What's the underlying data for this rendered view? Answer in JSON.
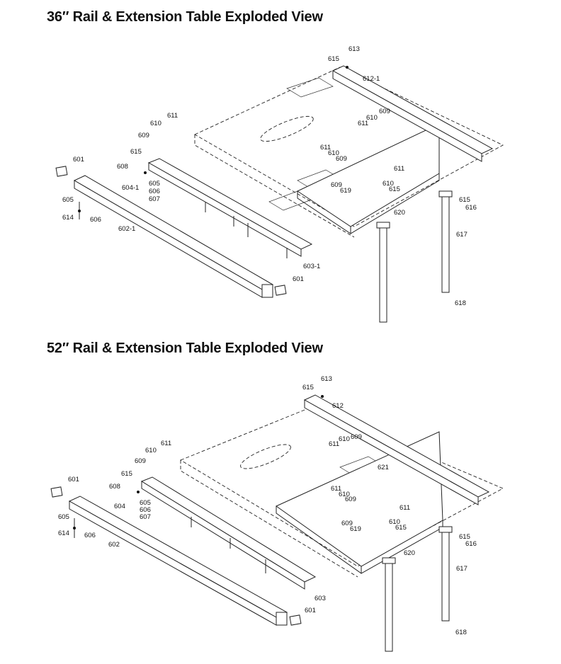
{
  "titles": {
    "top": "36″ Rail & Extension Table Exploded View",
    "bottom": "52″ Rail & Extension Table Exploded View"
  },
  "diagram36": {
    "callouts": [
      {
        "id": "c613",
        "text": "613"
      },
      {
        "id": "c615a",
        "text": "615"
      },
      {
        "id": "c612",
        "text": "612-1"
      },
      {
        "id": "c611a",
        "text": "611"
      },
      {
        "id": "c610a",
        "text": "610"
      },
      {
        "id": "c609a",
        "text": "609"
      },
      {
        "id": "c609b",
        "text": "609"
      },
      {
        "id": "c610b",
        "text": "610"
      },
      {
        "id": "c611b",
        "text": "611"
      },
      {
        "id": "c601a",
        "text": "601"
      },
      {
        "id": "c615b",
        "text": "615"
      },
      {
        "id": "c608",
        "text": "608"
      },
      {
        "id": "c611c",
        "text": "611"
      },
      {
        "id": "c610c",
        "text": "610"
      },
      {
        "id": "c609c",
        "text": "609"
      },
      {
        "id": "c604",
        "text": "604-1"
      },
      {
        "id": "c605a",
        "text": "605"
      },
      {
        "id": "c606a",
        "text": "606"
      },
      {
        "id": "c607",
        "text": "607"
      },
      {
        "id": "c605b",
        "text": "605"
      },
      {
        "id": "c614",
        "text": "614"
      },
      {
        "id": "c606b",
        "text": "606"
      },
      {
        "id": "c602",
        "text": "602-1"
      },
      {
        "id": "c609d",
        "text": "609"
      },
      {
        "id": "c619",
        "text": "619"
      },
      {
        "id": "c611d",
        "text": "611"
      },
      {
        "id": "c610d",
        "text": "610"
      },
      {
        "id": "c615c",
        "text": "615"
      },
      {
        "id": "c615d",
        "text": "615"
      },
      {
        "id": "c616",
        "text": "616"
      },
      {
        "id": "c620",
        "text": "620"
      },
      {
        "id": "c617",
        "text": "617"
      },
      {
        "id": "c603",
        "text": "603-1"
      },
      {
        "id": "c601b",
        "text": "601"
      },
      {
        "id": "c618",
        "text": "618"
      }
    ]
  },
  "diagram52": {
    "callouts": [
      {
        "id": "c613",
        "text": "613"
      },
      {
        "id": "c615a",
        "text": "615"
      },
      {
        "id": "c612",
        "text": "612"
      },
      {
        "id": "c611a",
        "text": "611"
      },
      {
        "id": "c610a",
        "text": "610"
      },
      {
        "id": "c609a",
        "text": "609"
      },
      {
        "id": "c609b",
        "text": "609"
      },
      {
        "id": "c610b",
        "text": "610"
      },
      {
        "id": "c611b",
        "text": "611"
      },
      {
        "id": "c621",
        "text": "621"
      },
      {
        "id": "c601a",
        "text": "601"
      },
      {
        "id": "c615b",
        "text": "615"
      },
      {
        "id": "c608",
        "text": "608"
      },
      {
        "id": "c604",
        "text": "604"
      },
      {
        "id": "c605a",
        "text": "605"
      },
      {
        "id": "c606a",
        "text": "606"
      },
      {
        "id": "c607",
        "text": "607"
      },
      {
        "id": "c605b",
        "text": "605"
      },
      {
        "id": "c614",
        "text": "614"
      },
      {
        "id": "c606b",
        "text": "606"
      },
      {
        "id": "c602",
        "text": "602"
      },
      {
        "id": "c611c",
        "text": "611"
      },
      {
        "id": "c610c",
        "text": "610"
      },
      {
        "id": "c609c",
        "text": "609"
      },
      {
        "id": "c609d",
        "text": "609"
      },
      {
        "id": "c619",
        "text": "619"
      },
      {
        "id": "c611d",
        "text": "611"
      },
      {
        "id": "c610d",
        "text": "610"
      },
      {
        "id": "c615c",
        "text": "615"
      },
      {
        "id": "c615d",
        "text": "615"
      },
      {
        "id": "c616",
        "text": "616"
      },
      {
        "id": "c620",
        "text": "620"
      },
      {
        "id": "c617",
        "text": "617"
      },
      {
        "id": "c603",
        "text": "603"
      },
      {
        "id": "c601b",
        "text": "601"
      },
      {
        "id": "c618",
        "text": "618"
      }
    ]
  }
}
